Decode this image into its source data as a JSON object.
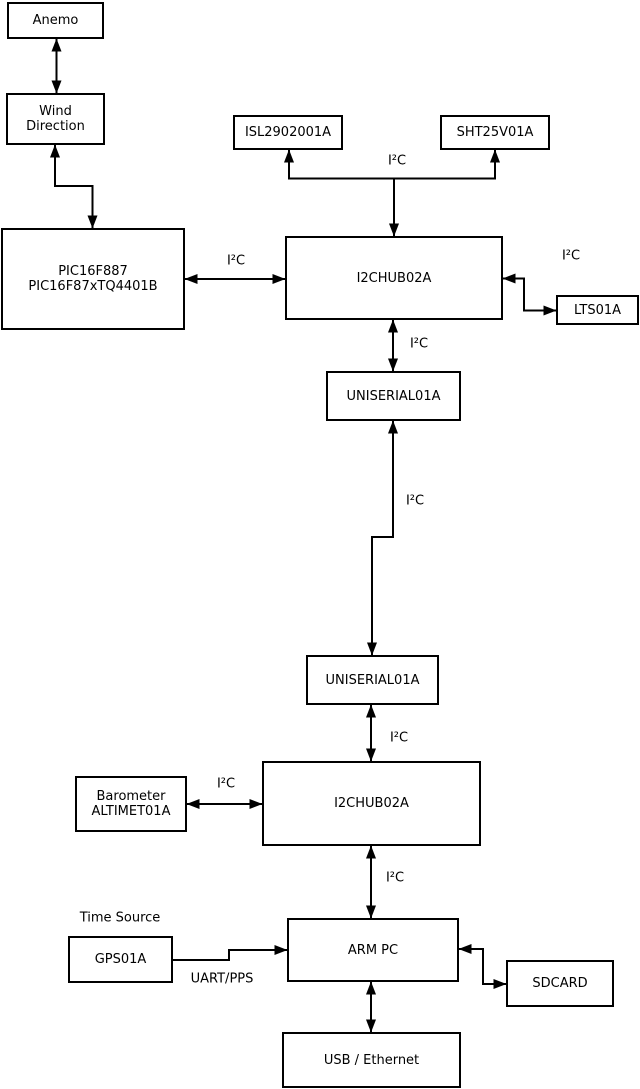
{
  "diagram": {
    "background": "#ffffff",
    "line_color": "#000000",
    "box_fill": "#ffffff",
    "nodes": {
      "anemo": "Anemo",
      "wind_direction": "Wind\nDirection",
      "pic": "PIC16F887\nPIC16F87xTQ4401B",
      "isl": "ISL2902001A",
      "sht": "SHT25V01A",
      "i2chub_top": "I2CHUB02A",
      "lts": "LTS01A",
      "uniserial_top": "UNISERIAL01A",
      "uniserial_bottom": "UNISERIAL01A",
      "barometer": "Barometer\nALTIMET01A",
      "i2chub_bottom": "I2CHUB02A",
      "gps": "GPS01A",
      "arm_pc": "ARM PC",
      "sdcard": "SDCARD",
      "usb_ethernet": "USB / Ethernet"
    },
    "labels": {
      "i2c_pic_hub": "I²C",
      "i2c_sensor_bus": "I²C",
      "i2c_hub_lts": "I²C",
      "i2c_hub_uniserial": "I²C",
      "i2c_uniserial_link": "I²C",
      "i2c_uniserial_hub2": "I²C",
      "i2c_barometer_hub": "I²C",
      "i2c_hub2_armpc": "I²C",
      "time_source": "Time Source",
      "uart_pps": "UART/PPS"
    }
  }
}
